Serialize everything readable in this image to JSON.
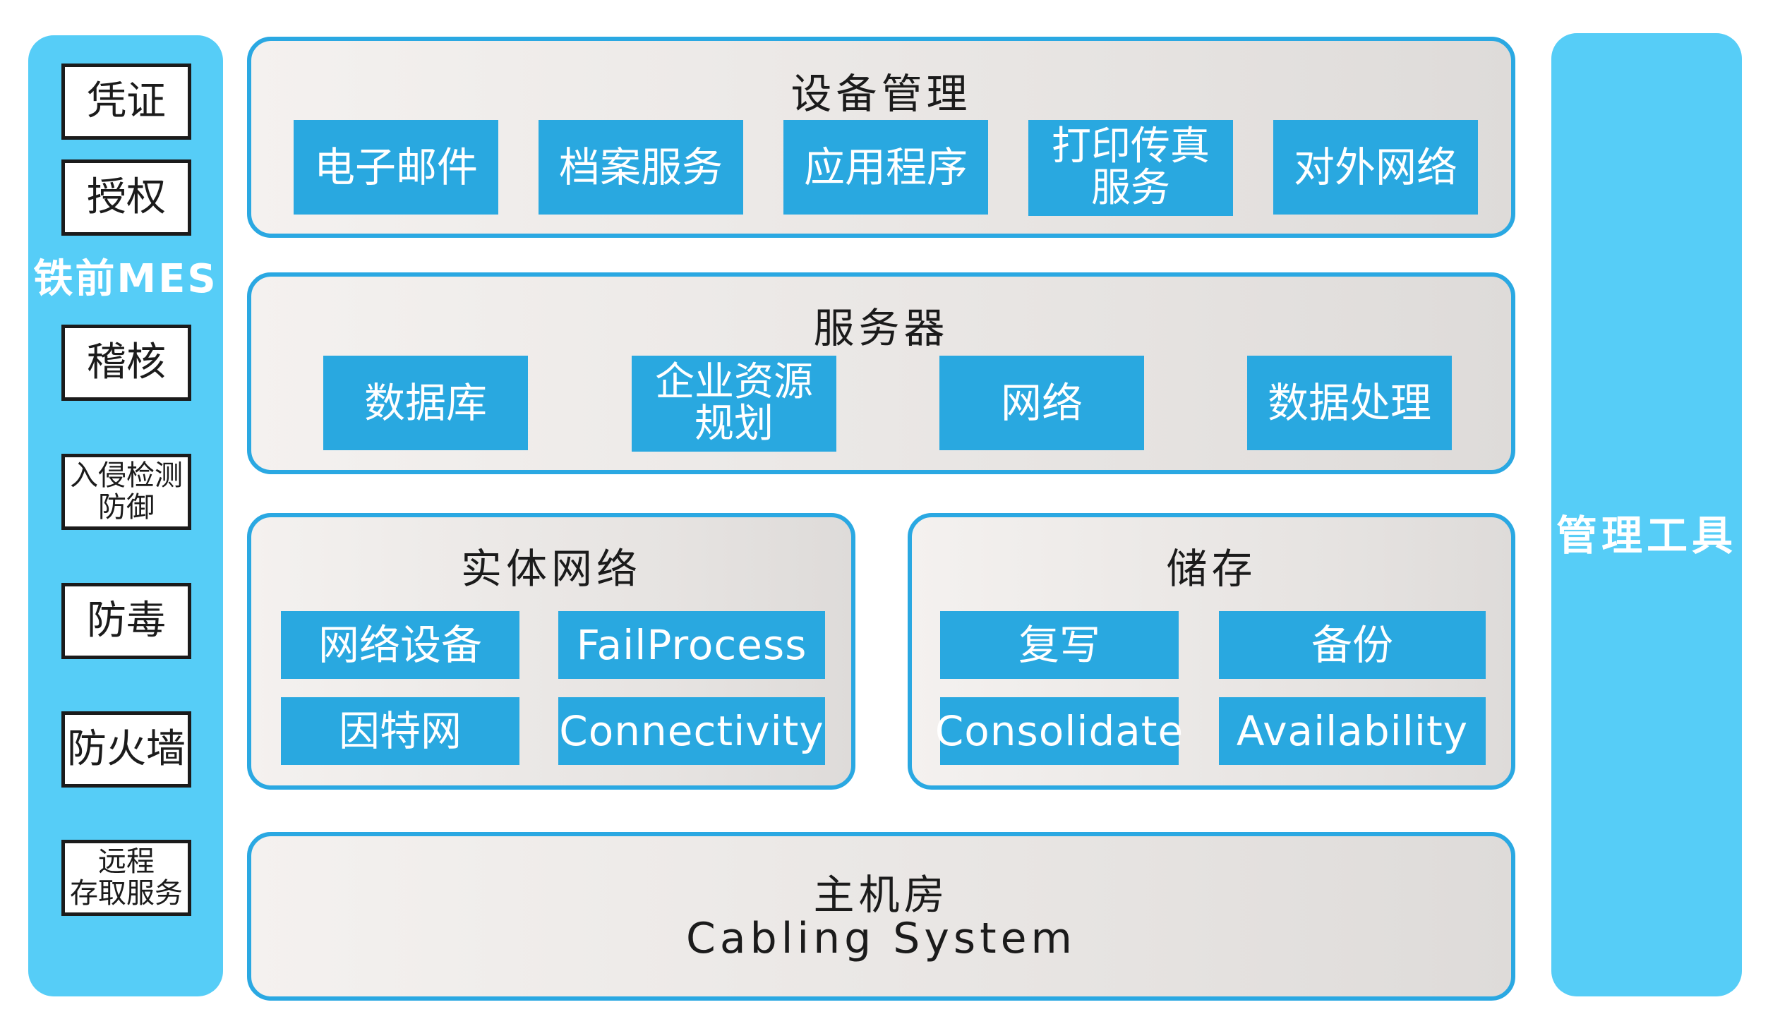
{
  "left_sidebar": {
    "title": "铁前MES",
    "items": [
      "凭证",
      "授权",
      "稽核",
      "入侵检测\n防御",
      "防毒",
      "防火墙",
      "远程\n存取服务"
    ]
  },
  "right_sidebar": {
    "title": "管理工具"
  },
  "equipment": {
    "title": "设备管理",
    "tiles": [
      "电子邮件",
      "档案服务",
      "应用程序",
      "打印传真\n服务",
      "对外网络"
    ]
  },
  "servers": {
    "title": "服务器",
    "tiles": [
      "数据库",
      "企业资源\n规划",
      "网络",
      "数据处理"
    ]
  },
  "physical_network": {
    "title": "实体网络",
    "tiles": [
      "网络设备",
      "FailProcess",
      "因特网",
      "Connectivity"
    ]
  },
  "storage": {
    "title": "储存",
    "tiles": [
      "复写",
      "备份",
      "Consolidate",
      "Availability"
    ]
  },
  "machine_room": {
    "title": "主机房",
    "subtitle": "Cabling System"
  },
  "colors": {
    "sidebar": "#56cdf7",
    "panel_border": "#2aa8e2",
    "tile": "#29a8e0",
    "panel_fill": "#eceae8"
  }
}
